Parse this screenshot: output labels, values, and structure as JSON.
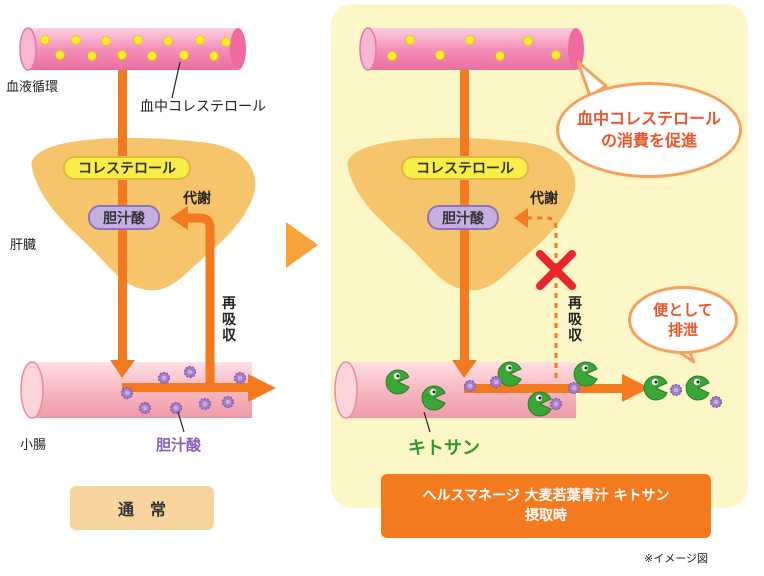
{
  "left_panel": {
    "blood_label": "血液循環",
    "blood_cholesterol_label": "血中コレステロール",
    "liver_label": "肝臓",
    "cholesterol_box": "コレステロール",
    "bile_acid_box": "胆汁酸",
    "metabolism_label": "代謝",
    "reabsorption_label": "再吸収",
    "intestine_label": "小腸",
    "bile_acid_label": "胆汁酸",
    "caption": "通　常"
  },
  "right_panel": {
    "cholesterol_box": "コレステロール",
    "bile_acid_box": "胆汁酸",
    "metabolism_label": "代謝",
    "reabsorption_label": "再吸収",
    "bubble_consumption_line1": "血中コレステロール",
    "bubble_consumption_line2": "の消費を促進",
    "bubble_excretion_line1": "便として",
    "bubble_excretion_line2": "排泄",
    "chitosan_label": "キトサン",
    "caption_line1": "ヘルスマネージ 大麦若葉青汁 キトサン",
    "caption_line2": "摂取時"
  },
  "footnote": "※イメージ図",
  "colors": {
    "arrow": "#f47a20",
    "liver": "#f6c46a",
    "vessel": "#f7a6c6",
    "intestine": "#f9c8cf",
    "cholesterol_dot": "#f5ec2a",
    "bile_acid": "#a07cc4",
    "chitosan": "#3aa635",
    "right_bg": "#fdf6c7",
    "caption_left_bg": "#f7d39e",
    "caption_right_bg": "#f47a20"
  }
}
